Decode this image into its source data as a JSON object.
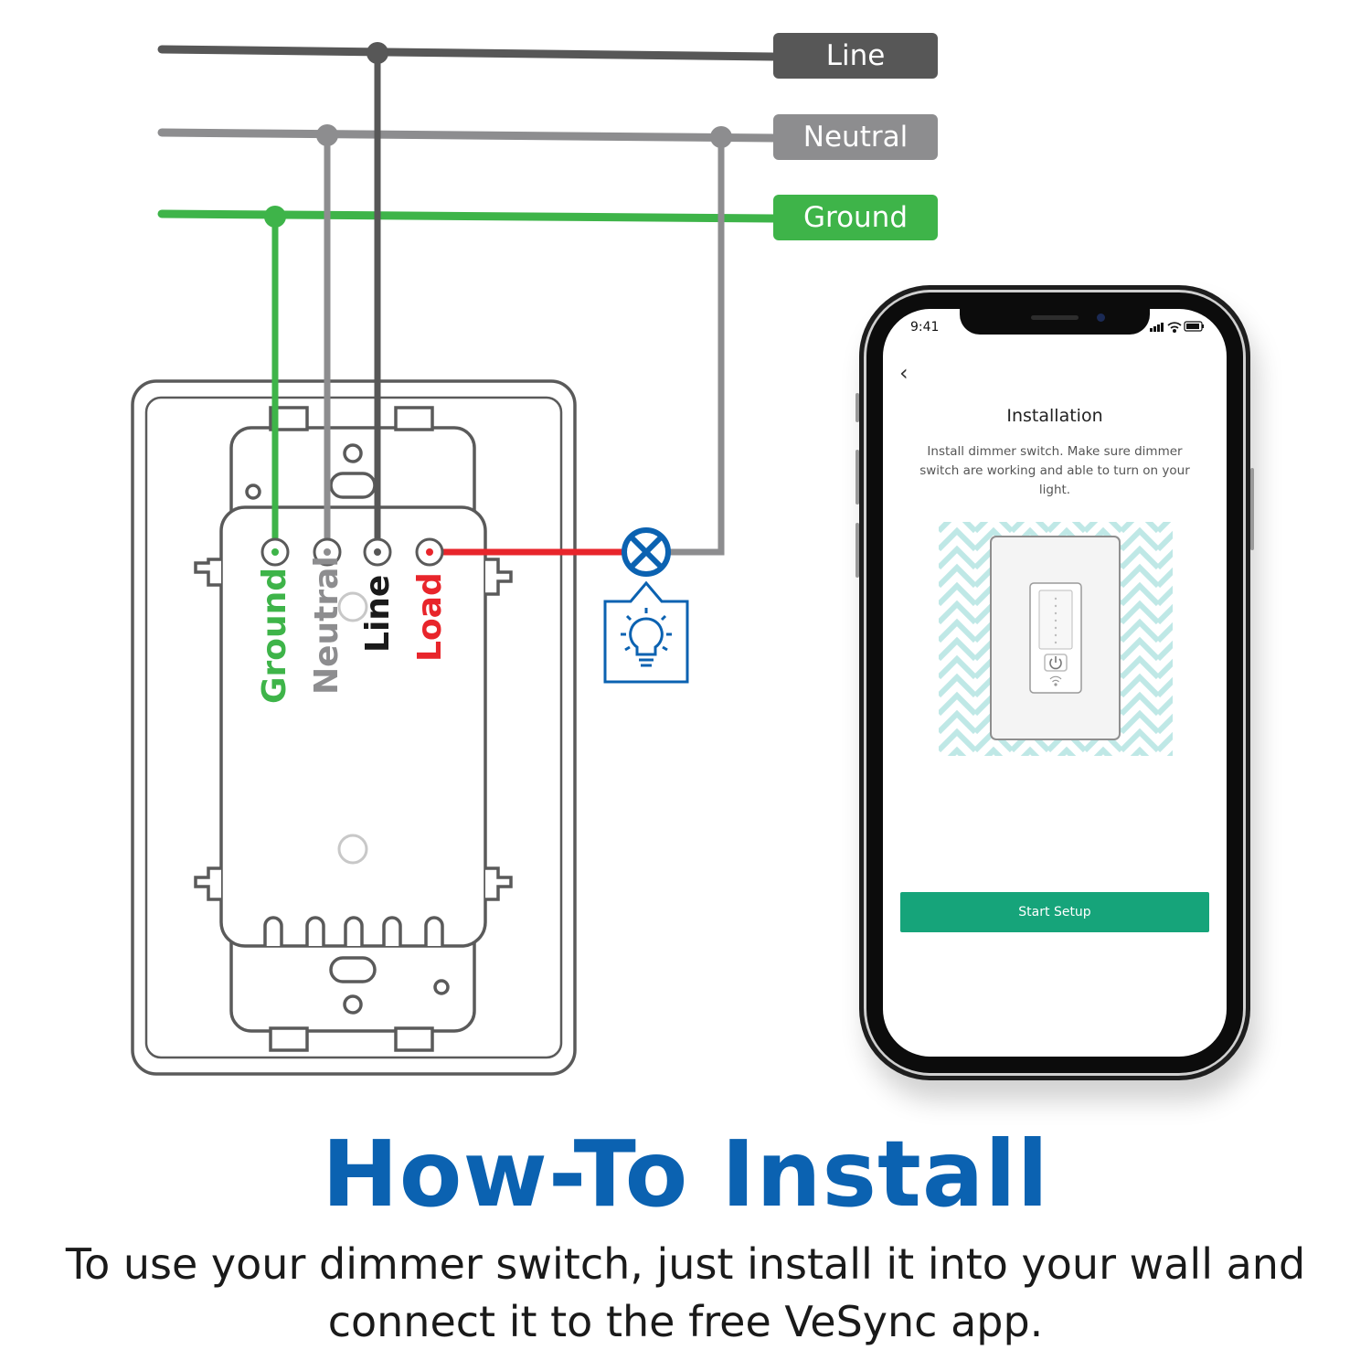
{
  "wire_tags": {
    "line": "Line",
    "neutral": "Neutral",
    "ground": "Ground"
  },
  "terminal_labels": {
    "ground": "Ground",
    "neutral": "Neutral",
    "line": "Line",
    "load": "Load"
  },
  "colors": {
    "line_wire": "#575757",
    "neutral_wire": "#8d8d8f",
    "ground_wire": "#3eb449",
    "load_wire": "#e8252b",
    "accent_blue": "#0b62b1",
    "setup_button": "#16a47a"
  },
  "phone": {
    "status_time": "9:41",
    "back_icon": "chevron-left-icon",
    "title": "Installation",
    "description": "Install dimmer switch. Make sure dimmer switch are working and able to turn on your light.",
    "start_button": "Start Setup"
  },
  "icons": [
    "bulb-icon",
    "junction-cross-icon",
    "power-icon",
    "wifi-icon",
    "signal-icon",
    "battery-icon"
  ],
  "headline": "How-To Install",
  "subtitle": "To use your dimmer switch, just install it into your wall and connect it to the free VeSync app."
}
